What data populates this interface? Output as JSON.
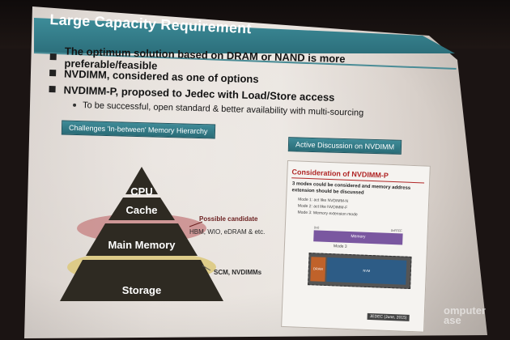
{
  "slide": {
    "title": "Large Capacity Requirement",
    "bullets": [
      "The optimum solution based on DRAM or NAND is more preferable/feasible",
      "NVDIMM, considered as one of options",
      "NVDIMM-P, proposed to Jedec with Load/Store access"
    ],
    "sub_bullet": "To be successful, open standard & better availability with multi-sourcing",
    "left_tag": "Challenges 'In-between' Memory Hierarchy",
    "right_tag": "Active Discussion on NVDIMM",
    "pyramid": {
      "levels": [
        "CPU",
        "Cache",
        "Main Memory",
        "Storage"
      ],
      "possible_label": "Possible candidate",
      "possible_items": "HBM, WIO, eDRAM & etc.",
      "lower_label": "SCM, NVDIMMs"
    },
    "mini_slide": {
      "title": "Consideration of NVDIMM-P",
      "bullet": "3 modes could be considered and memory address extension should be discussed",
      "sub_items": [
        "Mode 1: act like NVDIMM-N",
        "Mode 2: act like NVDIMM-F",
        "Mode 3: Memory extension mode"
      ],
      "bar_label": "Memory",
      "mode_label": "Mode 3",
      "label_left": "0x0",
      "label_right": "0xFFFF",
      "dram_label": "DRAM",
      "nvm_label": "NVM",
      "footer": "JEDEC (June, 2015)"
    }
  },
  "watermark": {
    "line1": "omputer",
    "line2": "ase"
  },
  "colors": {
    "title_bar": "#2c6f7b",
    "pyramid": "#2e2a22",
    "highlight_red": "#c98a8a",
    "highlight_yellow": "#ddc97f",
    "mini_bar": "#7a57a0",
    "mini_title": "#b02626"
  }
}
